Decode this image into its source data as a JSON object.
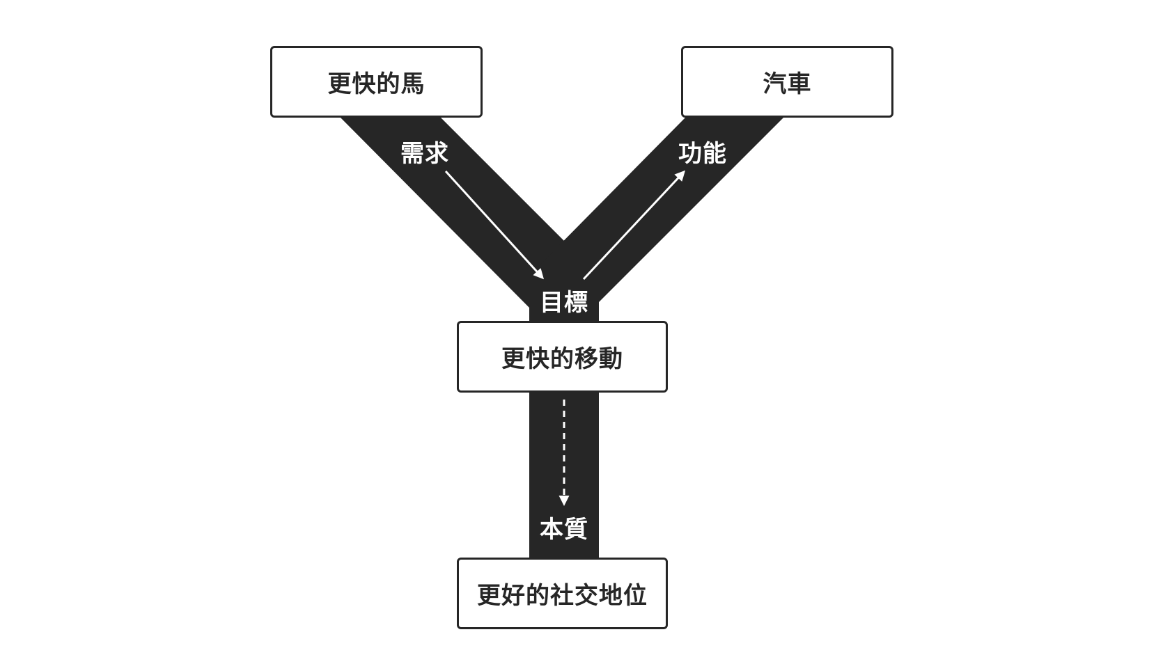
{
  "colors": {
    "road": "#262626",
    "box_border": "#262626",
    "box_fill": "#ffffff",
    "text": "#262626",
    "label_text": "#ffffff",
    "arrow": "#ffffff"
  },
  "nodes": {
    "faster_horse": "更快的馬",
    "car": "汽車",
    "faster_movement": "更快的移動",
    "better_social_status": "更好的社交地位"
  },
  "labels": {
    "need": "需求",
    "function": "功能",
    "goal": "目標",
    "essence": "本質"
  },
  "edges": [
    {
      "from": "faster_horse",
      "to": "faster_movement",
      "label": "need",
      "style": "solid"
    },
    {
      "from": "faster_movement",
      "to": "car",
      "label": "function",
      "style": "solid"
    },
    {
      "from": "faster_movement",
      "to": "better_social_status",
      "label": "essence",
      "style": "dashed"
    }
  ]
}
